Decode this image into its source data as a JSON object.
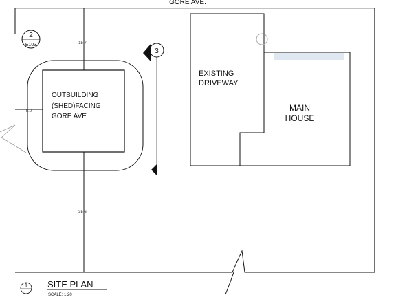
{
  "street_label": "GORE AVE.",
  "outbuilding_label": [
    "OUTBUILDING",
    "(SHED)FACING",
    "GORE AVE"
  ],
  "driveway_label": [
    "EXISTING",
    "DRIVEWAY"
  ],
  "house_label": [
    "MAIN",
    "HOUSE"
  ],
  "detail_callout": {
    "number": "2",
    "sheet": "E103"
  },
  "section_marker": "3",
  "dimensions": {
    "top": "15.7",
    "left": "5.0",
    "bottom": "35.6"
  },
  "house_tag": "",
  "title_block": {
    "number": "1",
    "title": "SITE PLAN",
    "scale": "SCALE: 1:20"
  },
  "colors": {
    "line": "#111111",
    "faint": "#9aa7b0",
    "tag": "#c9d7e6"
  }
}
